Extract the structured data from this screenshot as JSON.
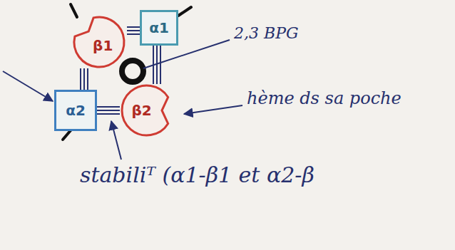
{
  "diagram": {
    "nodes": [
      {
        "text": [
          "β1"
        ]
      },
      {
        "text": [
          "α1"
        ]
      },
      {
        "text": [
          "α2"
        ]
      },
      {
        "text": [
          "β2"
        ]
      }
    ],
    "edges": [
      {
        "from": 0,
        "to": 1,
        "arrow": "none"
      },
      {
        "from": 0,
        "to": 2,
        "arrow": "none"
      },
      {
        "from": 2,
        "to": 3,
        "arrow": "none"
      },
      {
        "from": 1,
        "to": 3,
        "arrow": "none"
      }
    ],
    "labels": [
      "2,3 BPG",
      "hème ds sa poche",
      "stabiliᵀ (α1-β1 et α2-β"
    ]
  }
}
